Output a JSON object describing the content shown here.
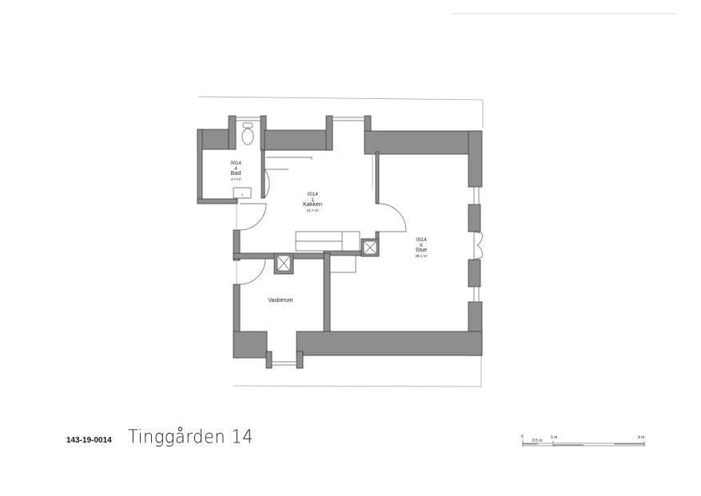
{
  "document": {
    "type": "floor-plan",
    "property_id": "143-19-0014",
    "address_handwritten": "Tinggården 14"
  },
  "rooms": [
    {
      "unit": "0014",
      "number": "4",
      "name": "Bad",
      "area": "4.7 m²"
    },
    {
      "unit": "0014",
      "number": "1",
      "name": "Køkken",
      "area": "10.7 m²"
    },
    {
      "unit": "0014",
      "number": "6",
      "name": "Stue",
      "area": "28.1 m²"
    },
    {
      "name": "Vaskerum"
    }
  ],
  "scale_bar": {
    "labels": [
      "0",
      "0.5 m",
      "1 m",
      "4 m"
    ]
  },
  "colors": {
    "wall_fill": "#8e8e8e",
    "wall_stroke": "#3a3a3a",
    "line": "#555555"
  }
}
